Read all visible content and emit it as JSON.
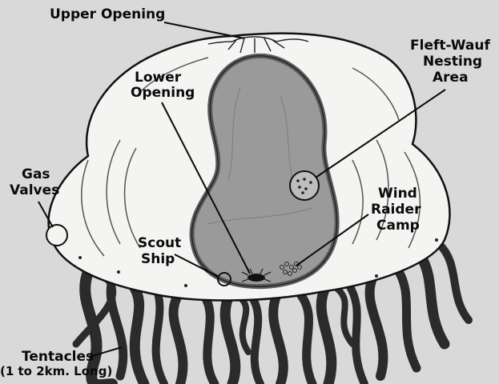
{
  "labels": {
    "upper_opening": "Upper Opening",
    "lower_opening_1": "Lower",
    "lower_opening_2": "Opening",
    "fleft_1": "Fleft-Wauf",
    "fleft_2": "Nesting",
    "fleft_3": "Area",
    "gas_1": "Gas",
    "gas_2": "Valves",
    "wind_1": "Wind",
    "wind_2": "Raider",
    "wind_3": "Camp",
    "scout_1": "Scout",
    "scout_2": "Ship",
    "tentacles_1": "Tentacles",
    "tentacles_2": "(1 to 2km. Long)"
  },
  "colors": {
    "background": "#d9d9d9",
    "body": "#f4f4f2",
    "cavity": "#9a9a9a",
    "cavity_rim": "#5a5a5a",
    "tentacle": "#2b2b2b",
    "ink": "#0a0a0a"
  }
}
